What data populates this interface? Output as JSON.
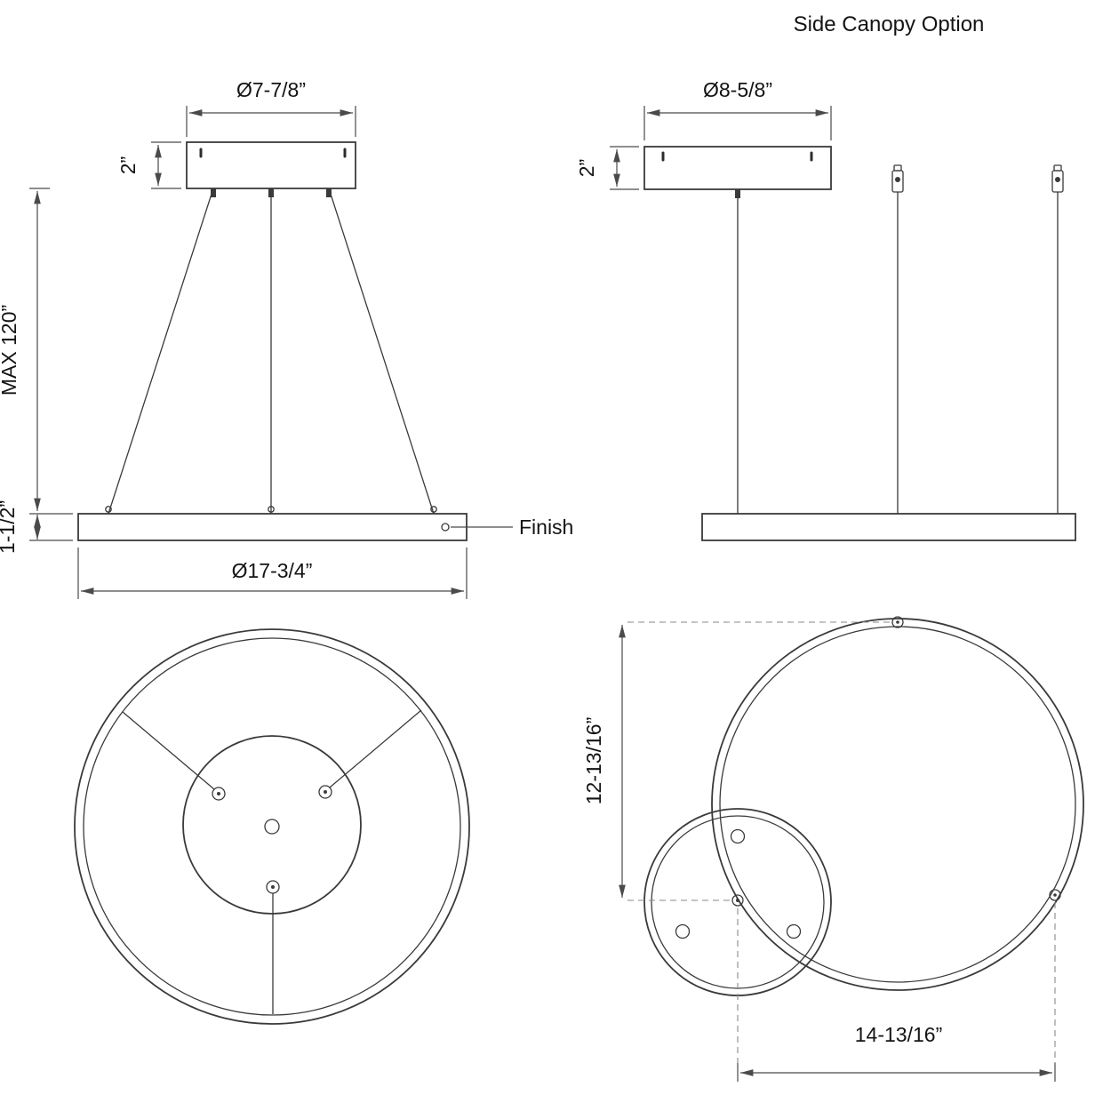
{
  "title": "Side Canopy Option",
  "front_view": {
    "canopy_diameter": "Ø7-7/8”",
    "canopy_height": "2”",
    "max_drop": "MAX 120”",
    "ring_height": "1-1/2”",
    "ring_diameter": "Ø17-3/4”",
    "finish_label": "Finish"
  },
  "side_canopy_view": {
    "canopy_diameter": "Ø8-5/8”",
    "canopy_height": "2”",
    "vertical_offset": "12-13/16”",
    "horizontal_offset": "14-13/16”"
  },
  "colors": {
    "line": "#3a3a3a",
    "dimension_line": "#4a4a4a",
    "dashed_line": "#8a8a8a",
    "text": "#141414",
    "background": "#ffffff"
  }
}
